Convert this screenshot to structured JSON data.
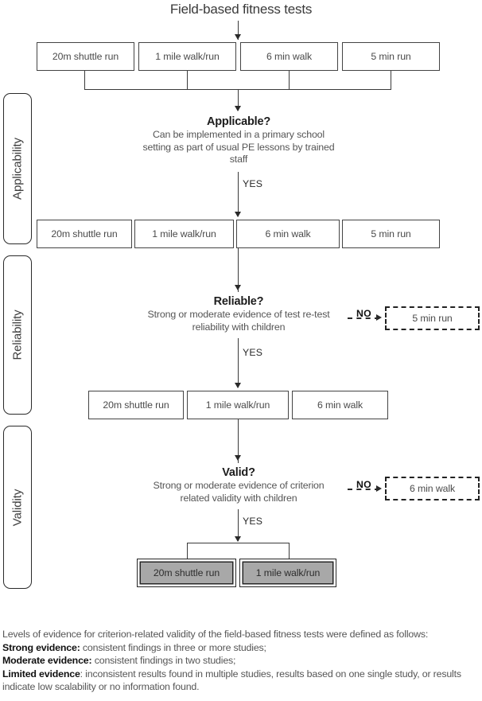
{
  "title": "Field-based fitness tests",
  "row1": {
    "boxes": [
      {
        "label": "20m shuttle run"
      },
      {
        "label": "1 mile walk/run"
      },
      {
        "label": "6 min walk"
      },
      {
        "label": "5 min  run"
      }
    ]
  },
  "stages": [
    {
      "label": "Applicability"
    },
    {
      "label": "Reliability"
    },
    {
      "label": "Validity"
    }
  ],
  "decisions": [
    {
      "question": "Applicable?",
      "criteria_line1": "Can be implemented in a primary school",
      "criteria_line2": "setting as part of usual PE lessons by trained",
      "criteria_line3": "staff",
      "yes_label": "YES",
      "no_label": "",
      "excluded": ""
    },
    {
      "question": "Reliable?",
      "criteria_line1": "Strong or moderate evidence of test re-test",
      "criteria_line2": "reliability with children",
      "criteria_line3": "",
      "yes_label": "YES",
      "no_label": "NO",
      "excluded": "5 min  run"
    },
    {
      "question": "Valid?",
      "criteria_line1": "Strong or moderate evidence of criterion",
      "criteria_line2": "related validity with children",
      "criteria_line3": "",
      "yes_label": "YES",
      "no_label": "NO",
      "excluded": "6 min walk"
    }
  ],
  "row2": {
    "boxes": [
      {
        "label": "20m shuttle run"
      },
      {
        "label": "1 mile walk/run"
      },
      {
        "label": "6 min walk"
      },
      {
        "label": "5 min  run"
      }
    ]
  },
  "row3": {
    "boxes": [
      {
        "label": "20m shuttle run"
      },
      {
        "label": "1 mile walk/run"
      },
      {
        "label": "6 min walk"
      }
    ]
  },
  "row4": {
    "boxes": [
      {
        "label": "20m shuttle run"
      },
      {
        "label": "1 mile walk/run"
      }
    ]
  },
  "footnote": {
    "intro": "Levels of evidence for criterion-related validity of the field-based fitness tests were defined as follows:",
    "strong_label": "Strong evidence:",
    "strong_text": " consistent findings in three or more studies;",
    "moderate_label": "Moderate evidence:",
    "moderate_text": " consistent findings in two studies;",
    "limited_label": "Limited evidence",
    "limited_text": ": inconsistent results found in multiple studies, results based on one single study, or results indicate low scalability or no information found."
  },
  "colors": {
    "line": "#3a3a3a",
    "text": "#555555",
    "heading": "#1d1d1d",
    "final_fill": "#a8a8a8",
    "final_border": "#262626"
  }
}
